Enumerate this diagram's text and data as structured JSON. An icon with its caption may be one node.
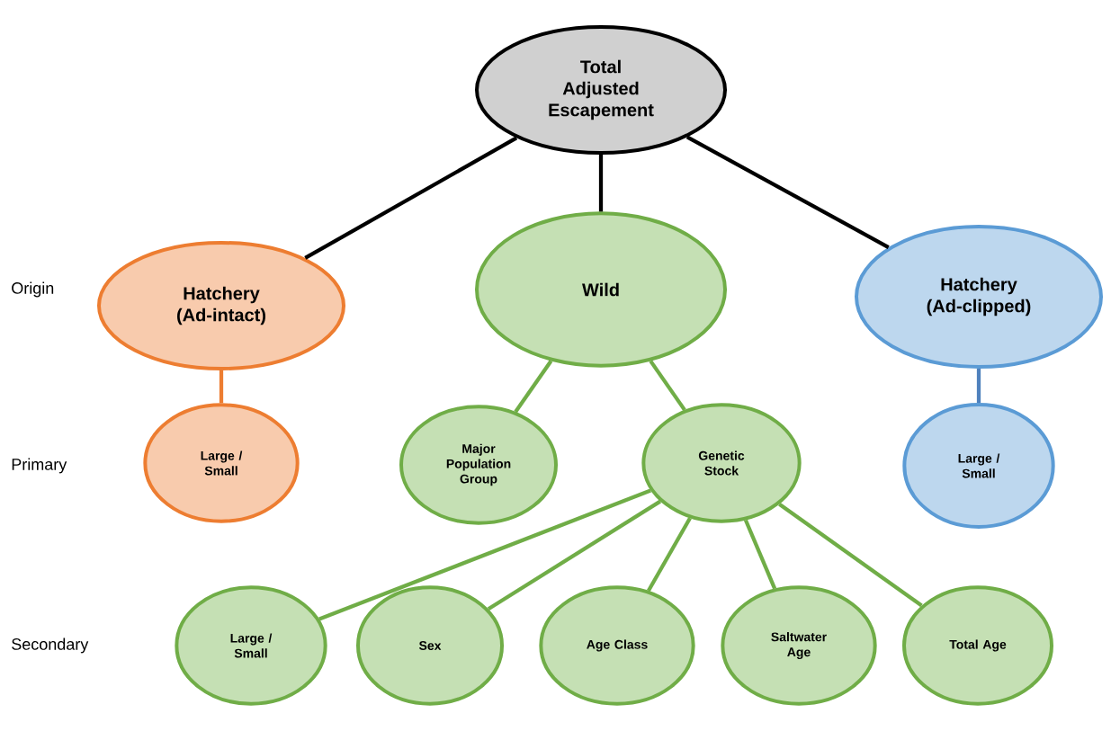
{
  "diagram": {
    "nodes": [
      {
        "text": [
          "Total Adjusted Escapement"
        ]
      },
      {
        "text": [
          "Hatchery (Ad-intact)"
        ]
      },
      {
        "text": [
          "Wild"
        ]
      },
      {
        "text": [
          "Hatchery (Ad-clipped)"
        ]
      },
      {
        "text": [
          "Large / Small"
        ]
      },
      {
        "text": [
          "Major Population Group"
        ]
      },
      {
        "text": [
          "Genetic Stock"
        ]
      },
      {
        "text": [
          "Large / Small"
        ]
      },
      {
        "text": [
          "Large / Small"
        ]
      },
      {
        "text": [
          "Sex"
        ]
      },
      {
        "text": [
          "Age Class"
        ]
      },
      {
        "text": [
          "Saltwater Age"
        ]
      },
      {
        "text": [
          "Total Age"
        ]
      }
    ],
    "edges": [
      {
        "from": 0,
        "to": 1,
        "arrow": "none",
        "color": "#000000"
      },
      {
        "from": 0,
        "to": 2,
        "arrow": "none",
        "color": "#000000"
      },
      {
        "from": 0,
        "to": 3,
        "arrow": "none",
        "color": "#000000"
      },
      {
        "from": 1,
        "to": 4,
        "arrow": "none",
        "color": "#ed7d31"
      },
      {
        "from": 2,
        "to": 5,
        "arrow": "none"
      },
      {
        "from": 2,
        "to": 6,
        "arrow": "none"
      },
      {
        "from": 3,
        "to": 7,
        "arrow": "none",
        "color": "#4f81bd"
      },
      {
        "from": 6,
        "to": 8,
        "arrow": "none"
      },
      {
        "from": 6,
        "to": 9,
        "arrow": "none"
      },
      {
        "from": 6,
        "to": 10,
        "arrow": "none"
      },
      {
        "from": 6,
        "to": 11,
        "arrow": "none"
      },
      {
        "from": 6,
        "to": 12,
        "arrow": "none"
      }
    ],
    "labels": [
      "Origin",
      "Primary",
      "Secondary"
    ]
  }
}
